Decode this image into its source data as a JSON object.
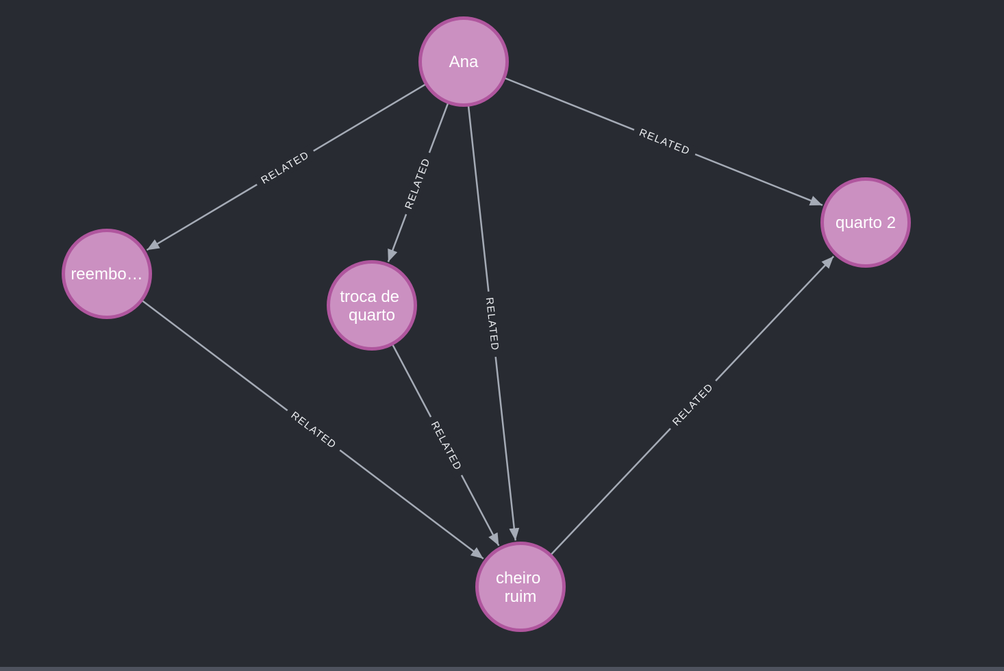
{
  "app": {
    "background": "#282b32",
    "bottom_scrollbar_color": "#4e525e"
  },
  "graph": {
    "node_style": {
      "fill": "#cb90c1",
      "border": "#b0569e",
      "text_color": "#ffffff"
    },
    "edge_style": {
      "color": "#a5abb6",
      "label_color": "#eef0f3"
    },
    "nodes": [
      {
        "id": "ana",
        "label": "Ana",
        "lines": [
          "Ana"
        ]
      },
      {
        "id": "reembolso",
        "label": "reembo…",
        "lines": [
          "reembo…"
        ]
      },
      {
        "id": "troca-de-quarto",
        "label": "troca de quarto",
        "lines": [
          "troca de",
          "quarto"
        ]
      },
      {
        "id": "quarto-2",
        "label": "quarto 2",
        "lines": [
          "quarto 2"
        ]
      },
      {
        "id": "cheiro-ruim",
        "label": "cheiro ruim",
        "lines": [
          "cheiro",
          "ruim"
        ]
      }
    ],
    "edges": [
      {
        "from": "Ana",
        "to": "reembo…",
        "label": "RELATED"
      },
      {
        "from": "Ana",
        "to": "troca de quarto",
        "label": "RELATED"
      },
      {
        "from": "Ana",
        "to": "cheiro ruim",
        "label": "RELATED"
      },
      {
        "from": "Ana",
        "to": "quarto 2",
        "label": "RELATED"
      },
      {
        "from": "reembo…",
        "to": "cheiro ruim",
        "label": "RELATED"
      },
      {
        "from": "troca de quarto",
        "to": "cheiro ruim",
        "label": "RELATED"
      },
      {
        "from": "cheiro ruim",
        "to": "quarto 2",
        "label": "RELATED"
      }
    ]
  }
}
